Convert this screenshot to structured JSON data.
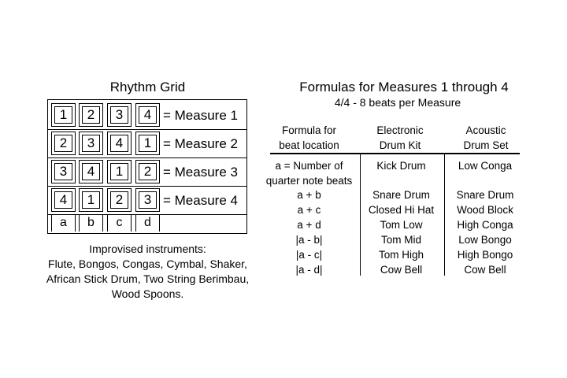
{
  "left": {
    "title": "Rhythm Grid",
    "rows": [
      {
        "cells": [
          "1",
          "2",
          "3",
          "4"
        ],
        "label": "= Measure 1"
      },
      {
        "cells": [
          "2",
          "3",
          "4",
          "1"
        ],
        "label": "= Measure 2"
      },
      {
        "cells": [
          "3",
          "4",
          "1",
          "2"
        ],
        "label": "= Measure 3"
      },
      {
        "cells": [
          "4",
          "1",
          "2",
          "3"
        ],
        "label": "= Measure 4"
      }
    ],
    "column_letters": [
      "a",
      "b",
      "c",
      "d"
    ],
    "instruments_heading": "Improvised instruments:",
    "instruments_lines": [
      "Flute, Bongos, Congas, Cymbal, Shaker,",
      "African Stick Drum, Two String Berimbau,",
      "Wood Spoons."
    ]
  },
  "right": {
    "title": "Formulas for Measures 1 through 4",
    "subtitle": "4/4 - 8 beats per Measure",
    "headers": [
      [
        "Formula for",
        "beat location"
      ],
      [
        "Electronic",
        "Drum Kit"
      ],
      [
        "Acoustic",
        "Drum Set"
      ]
    ],
    "first_row": {
      "formula": [
        "a = Number of",
        "quarter note beats"
      ],
      "electronic": "Kick Drum",
      "acoustic": "Low Conga"
    },
    "rows": [
      {
        "formula": "a + b",
        "electronic": "Snare Drum",
        "acoustic": "Snare Drum"
      },
      {
        "formula": "a + c",
        "electronic": "Closed Hi Hat",
        "acoustic": "Wood Block"
      },
      {
        "formula": "a + d",
        "electronic": "Tom Low",
        "acoustic": "High Conga"
      },
      {
        "formula": "|a - b|",
        "electronic": "Tom Mid",
        "acoustic": "Low Bongo"
      },
      {
        "formula": "|a - c|",
        "electronic": "Tom High",
        "acoustic": "High Bongo"
      },
      {
        "formula": "|a - d|",
        "electronic": "Cow Bell",
        "acoustic": "Cow Bell"
      }
    ]
  }
}
